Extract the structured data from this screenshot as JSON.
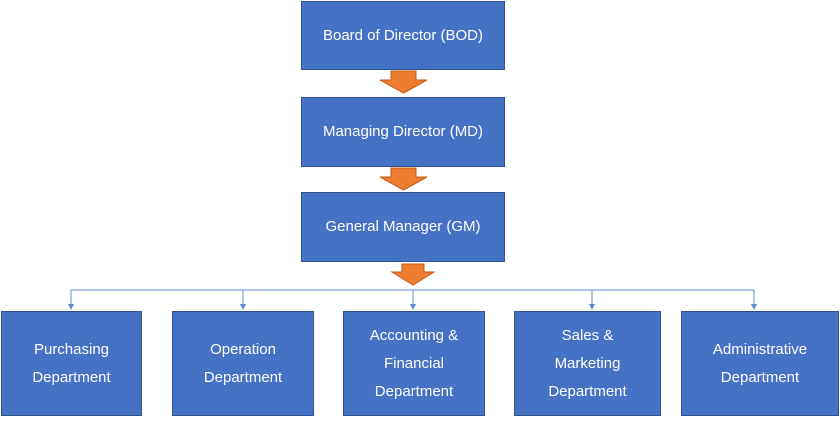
{
  "diagram": {
    "top_nodes": [
      {
        "label": "Board of Director (BOD)"
      },
      {
        "label": "Managing Director (MD)"
      },
      {
        "label": "General Manager (GM)"
      }
    ],
    "departments": [
      {
        "label": "Purchasing\nDepartment"
      },
      {
        "label": "Operation\nDepartment"
      },
      {
        "label": "Accounting &\nFinancial\nDepartment"
      },
      {
        "label": "Sales &\nMarketing\nDepartment"
      },
      {
        "label": "Administrative\nDepartment"
      }
    ],
    "colors": {
      "box_fill": "#4472C4",
      "box_border": "#2F528F",
      "text": "#FFFFFF",
      "arrow_fill": "#ED7D31",
      "arrow_border": "#C55A11",
      "connector": "#5B8BD0"
    }
  }
}
